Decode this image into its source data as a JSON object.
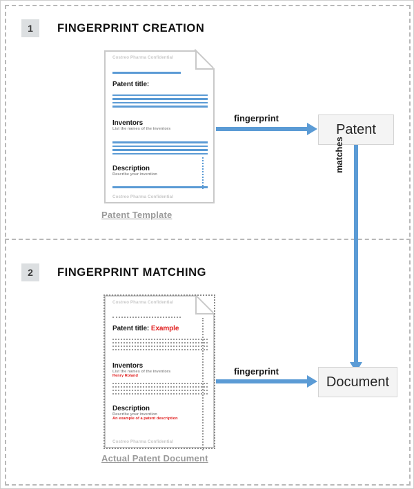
{
  "sections": [
    {
      "number": "1",
      "title": "FINGERPRINT CREATION"
    },
    {
      "number": "2",
      "title": "FINGERPRINT MATCHING"
    }
  ],
  "template_doc": {
    "caption": "Patent Template",
    "header_confidential": "Costreo Pharma Confidential",
    "footer_confidential": "Costreo Pharma Confidential",
    "title_label": "Patent title:",
    "inventors_label": "Inventors",
    "inventors_hint": "List the names of the inventors",
    "description_label": "Description",
    "description_hint": "Describe your invention"
  },
  "actual_doc": {
    "caption": "Actual Patent Document",
    "header_confidential": "Costreo Pharma Confidential",
    "footer_confidential": "Costreo Pharma Confidential",
    "title_label": "Patent title:",
    "title_value": "Example",
    "inventors_label": "Inventors",
    "inventors_hint": "List the names of the inventors",
    "inventors_value": "Henry Roland",
    "description_label": "Description",
    "description_hint": "Describe your invention",
    "description_value": "An example of a patent description"
  },
  "boxes": {
    "patent": "Patent",
    "document": "Document"
  },
  "arrows": {
    "fingerprint_top": "fingerprint",
    "fingerprint_bottom": "fingerprint",
    "matches": "matches"
  },
  "colors": {
    "accent_blue": "#5b9bd5",
    "red": "#e01b1b",
    "gray_frame": "#b8b8b8",
    "badge_gray": "#dcdfe1",
    "box_fill": "#f4f4f4"
  }
}
